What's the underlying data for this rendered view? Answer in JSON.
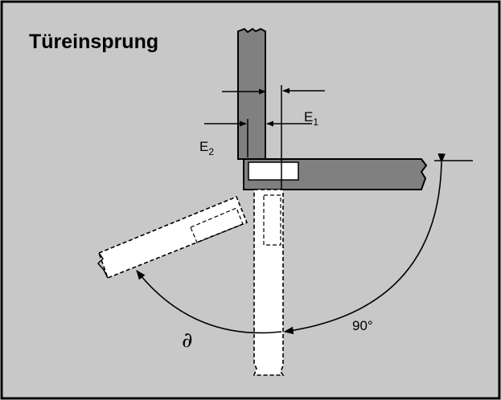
{
  "title": "Türeinsprung",
  "labels": {
    "e1_main": "E",
    "e1_sub": "1",
    "e2_main": "E",
    "e2_sub": "2",
    "angle_90": "90°",
    "angle_symbol": "∂"
  },
  "colors": {
    "background": "#c8c8c8",
    "frame": "#808080",
    "door": "#ffffff",
    "line": "#000000"
  }
}
